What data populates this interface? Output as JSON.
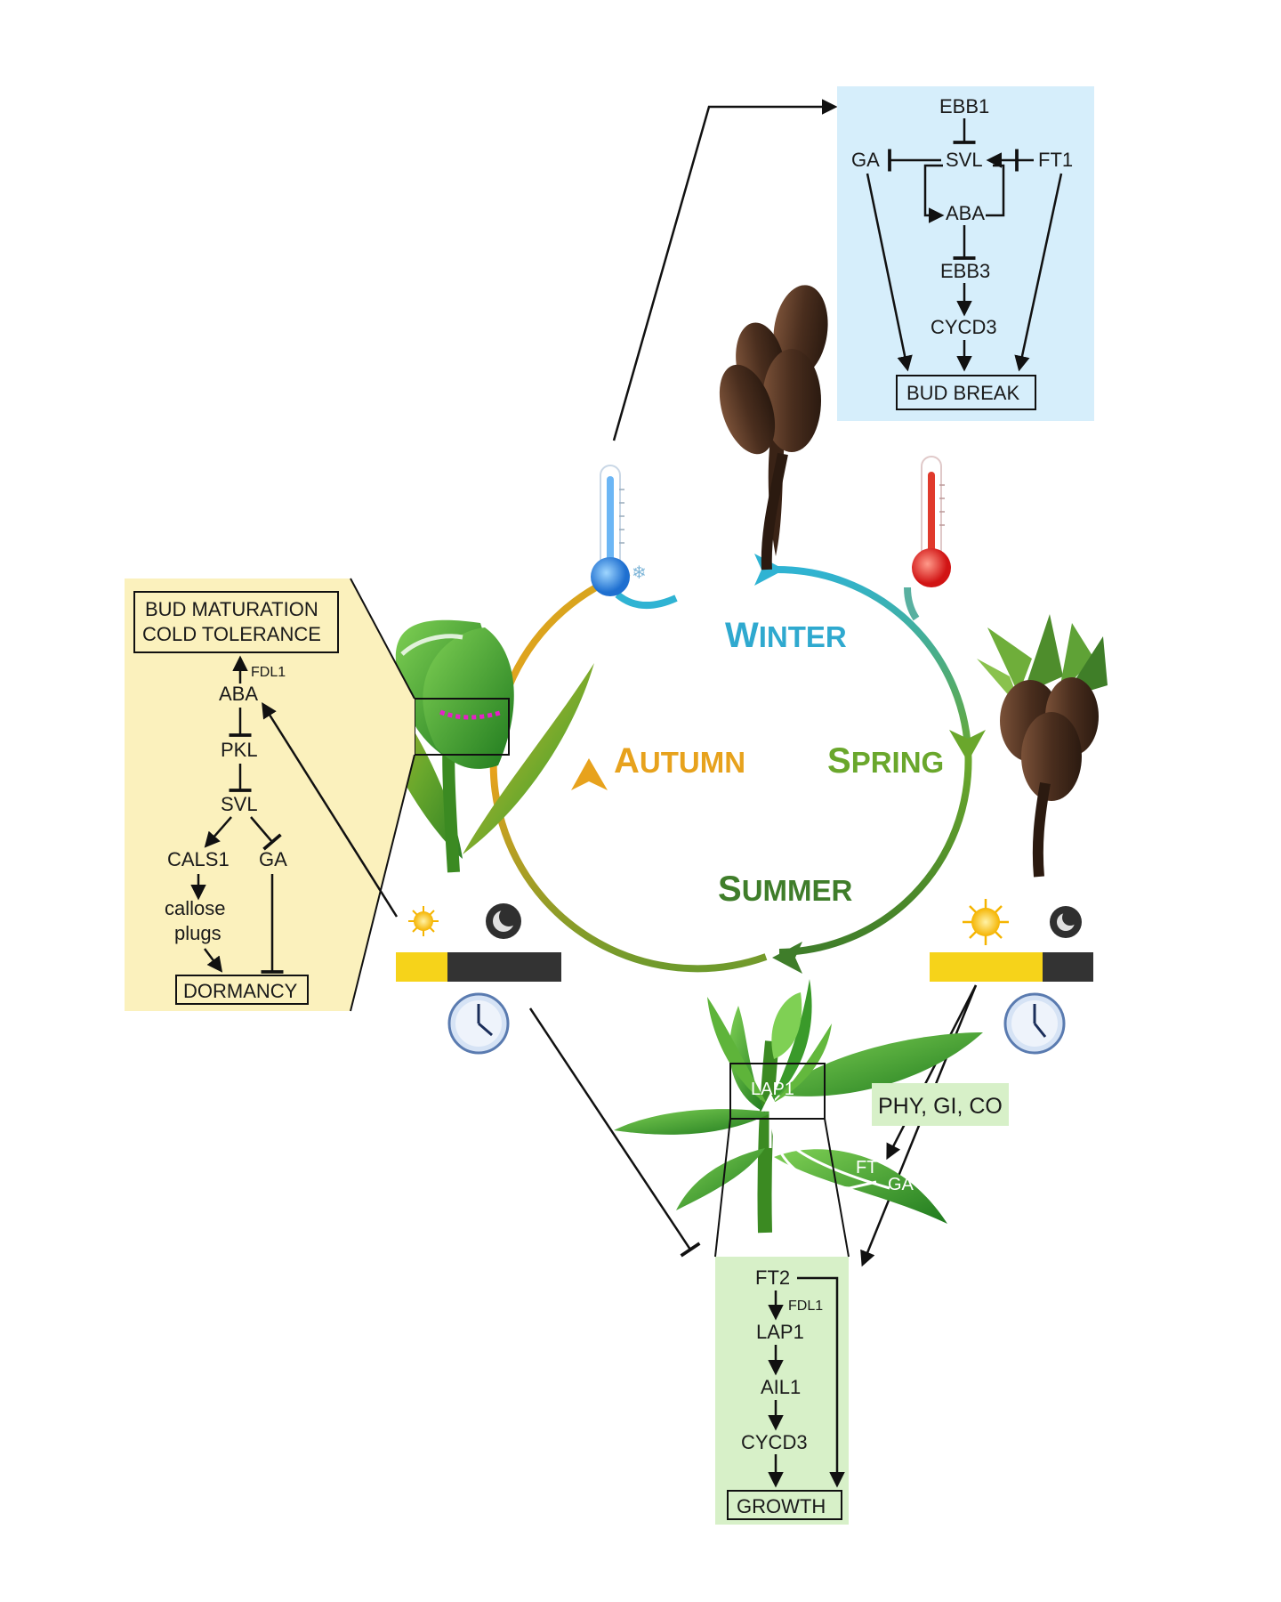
{
  "seasons": {
    "winter": {
      "first": "W",
      "rest": "INTER",
      "color": "#2fa9cf"
    },
    "spring": {
      "first": "S",
      "rest": "PRING",
      "color": "#6aa72c"
    },
    "summer": {
      "first": "S",
      "rest": "UMMER",
      "color": "#3f7d2a"
    },
    "autumn": {
      "first": "A",
      "rest": "UTUMN",
      "color": "#e7a21d"
    }
  },
  "winter_box": {
    "bg": "#d6eefb",
    "ebb1": "EBB1",
    "ga": "GA",
    "svl": "SVL",
    "ft1": "FT1",
    "aba": "ABA",
    "ebb3": "EBB3",
    "cycd3": "CYCD3",
    "outcome": "BUD BREAK"
  },
  "autumn_box": {
    "bg": "#fbf1bd",
    "outcome_line1": "BUD MATURATION",
    "outcome_line2": "COLD TOLERANCE",
    "fdl1": "FDL1",
    "aba": "ABA",
    "pkl": "PKL",
    "svl": "SVL",
    "cals1": "CALS1",
    "ga": "GA",
    "callose1": "callose",
    "callose2": "plugs",
    "dormancy": "DORMANCY"
  },
  "summer_box": {
    "bg": "#d7f0c8",
    "ft2": "FT2",
    "fdl1": "FDL1",
    "lap1": "LAP1",
    "ail1": "AIL1",
    "cycd3": "CYCD3",
    "growth": "GROWTH"
  },
  "plant_labels": {
    "lap1": "LAP1",
    "ft": "FT",
    "ga": "GA"
  },
  "phy_box": {
    "label": "PHY, GI, CO",
    "bg": "#d7f0c8"
  },
  "icons": {
    "cold": "cold-thermometer-icon",
    "warm": "warm-thermometer-icon",
    "sun": "sun-icon",
    "moon": "moon-icon",
    "clock": "clock-icon"
  }
}
